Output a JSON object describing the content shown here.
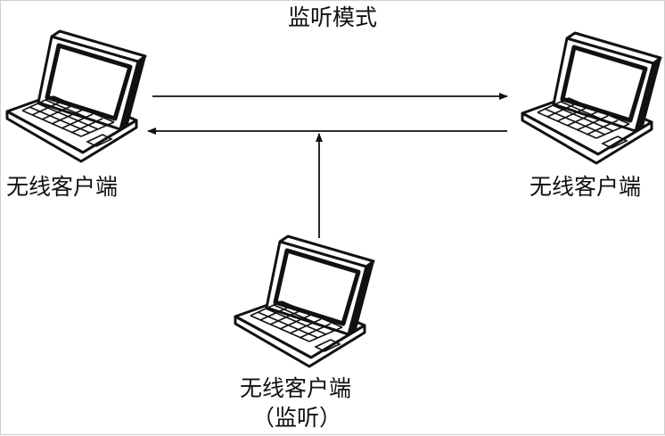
{
  "diagram": {
    "title": "监听模式",
    "nodes": [
      {
        "id": "client-left",
        "label": "无线客户端",
        "icon": "laptop-icon"
      },
      {
        "id": "client-right",
        "label": "无线客户端",
        "icon": "laptop-icon"
      },
      {
        "id": "client-monitor",
        "label": "无线客户端",
        "sublabel": "（监听）",
        "icon": "laptop-icon"
      }
    ],
    "edges": [
      {
        "from": "client-left",
        "to": "client-right"
      },
      {
        "from": "client-right",
        "to": "client-left"
      },
      {
        "from": "client-monitor",
        "to": "client-right-to-left-link"
      }
    ],
    "colors": {
      "stroke": "#111111",
      "screen": "#ffffff",
      "background": "#ffffff"
    }
  }
}
